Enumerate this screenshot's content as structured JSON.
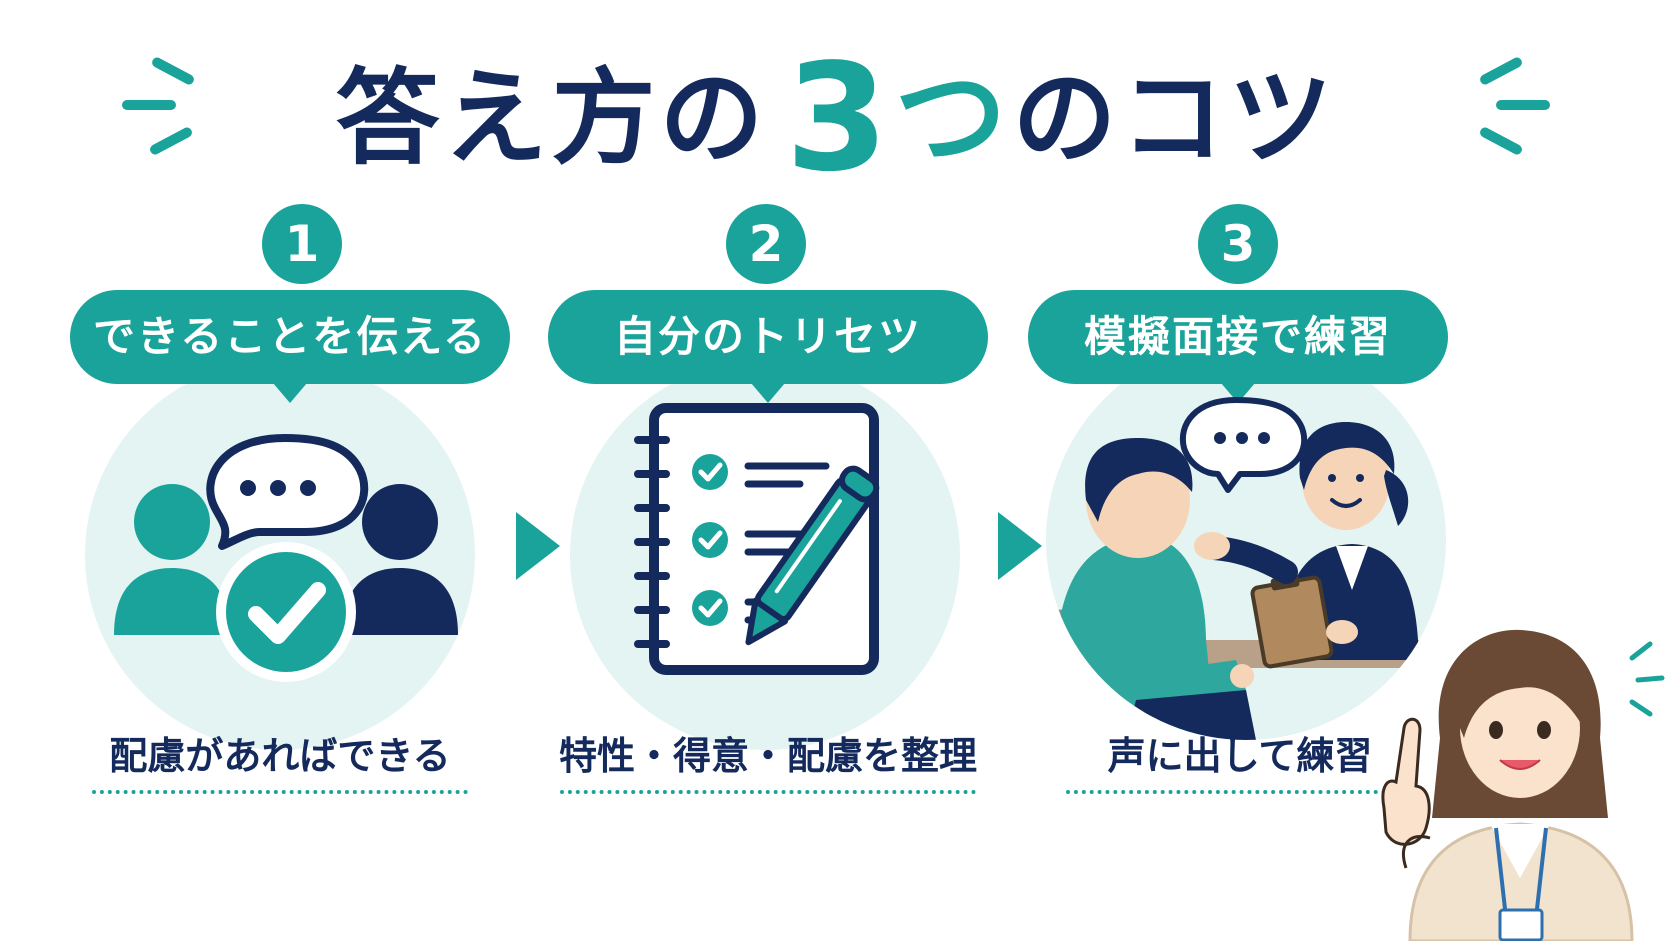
{
  "title": {
    "main": "答え方の",
    "number": "3",
    "tsu": "つ",
    "rest": "のコツ"
  },
  "colors": {
    "navy": "#142a5c",
    "teal": "#1aa39a",
    "mint": "#e3f4f2",
    "text": "#142a5c"
  },
  "steps": [
    {
      "number": "1",
      "label": "できることを伝える",
      "caption": "配慮があればできる",
      "icon": "people-check-icon"
    },
    {
      "number": "2",
      "label": "自分のトリセツ",
      "caption": "特性・得意・配慮を整理",
      "icon": "notebook-checklist-icon"
    },
    {
      "number": "3",
      "label": "模擬面接で練習",
      "caption": "声に出して練習",
      "icon": "interview-practice-icon"
    }
  ]
}
